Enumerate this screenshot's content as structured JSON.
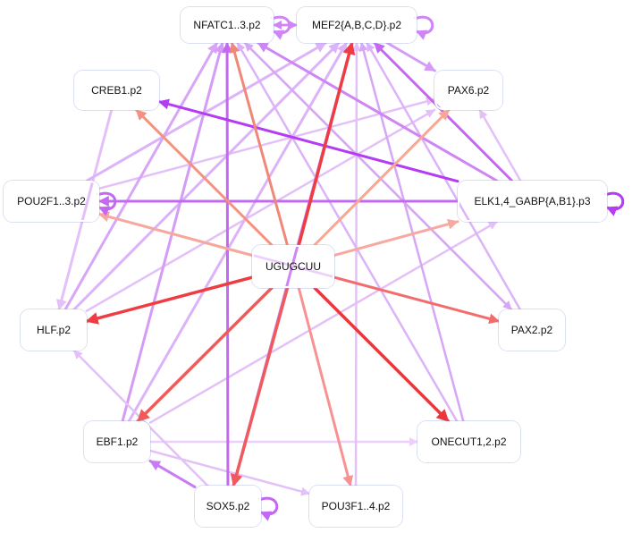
{
  "graph": {
    "nodes": [
      {
        "id": "nfatc",
        "label": "NFATC1..3.p2",
        "style": "mid"
      },
      {
        "id": "mef2",
        "label": "MEF2{A,B,C,D}.p2",
        "style": "mid"
      },
      {
        "id": "creb1",
        "label": "CREB1.p2",
        "style": "mid"
      },
      {
        "id": "pax6",
        "label": "PAX6.p2",
        "style": "light"
      },
      {
        "id": "pou2f1",
        "label": "POU2F1..3.p2",
        "style": "deep"
      },
      {
        "id": "elk1",
        "label": "ELK1,4_GABP{A,B1}.p3",
        "style": "strong"
      },
      {
        "id": "ugugcuu",
        "label": "UGUGCUU",
        "style": "center"
      },
      {
        "id": "hlf",
        "label": "HLF.p2",
        "style": "mid"
      },
      {
        "id": "pax2",
        "label": "PAX2.p2",
        "style": "mid"
      },
      {
        "id": "ebf1",
        "label": "EBF1.p2",
        "style": "mid"
      },
      {
        "id": "onecut",
        "label": "ONECUT1,2.p2",
        "style": "mid"
      },
      {
        "id": "sox5",
        "label": "SOX5.p2",
        "style": "mid"
      },
      {
        "id": "pou3f1",
        "label": "POU3F1..4.p2",
        "style": "light"
      }
    ],
    "edges": [
      {
        "from": "ugugcuu",
        "to": "nfatc",
        "color": "#f08878",
        "width": 3
      },
      {
        "from": "ugugcuu",
        "to": "mef2",
        "color": "#ee3c42",
        "width": 3.5
      },
      {
        "from": "ugugcuu",
        "to": "creb1",
        "color": "#f5927f",
        "width": 3
      },
      {
        "from": "ugugcuu",
        "to": "pax6",
        "color": "#f8a793",
        "width": 3
      },
      {
        "from": "ugugcuu",
        "to": "pou2f1",
        "color": "#f8a79c",
        "width": 3
      },
      {
        "from": "ugugcuu",
        "to": "elk1",
        "color": "#f7a9a1",
        "width": 3
      },
      {
        "from": "ugugcuu",
        "to": "hlf",
        "color": "#ee3c42",
        "width": 3.5
      },
      {
        "from": "ugugcuu",
        "to": "pax2",
        "color": "#f26c6c",
        "width": 3
      },
      {
        "from": "ugugcuu",
        "to": "ebf1",
        "color": "#f05a5a",
        "width": 3.5
      },
      {
        "from": "ugugcuu",
        "to": "onecut",
        "color": "#e8383e",
        "width": 3.5
      },
      {
        "from": "ugugcuu",
        "to": "sox5",
        "color": "#f05a5e",
        "width": 3.5
      },
      {
        "from": "ugugcuu",
        "to": "pou3f1",
        "color": "#f89292",
        "width": 3
      },
      {
        "from": "elk1",
        "to": "creb1",
        "color": "#b43cf2",
        "width": 3
      },
      {
        "from": "elk1",
        "to": "mef2",
        "color": "#c468f2",
        "width": 3
      },
      {
        "from": "elk1",
        "to": "nfatc",
        "color": "#cf85f4",
        "width": 3
      },
      {
        "from": "elk1",
        "to": "pax6",
        "color": "#e4c0f8",
        "width": 2.5
      },
      {
        "from": "elk1",
        "to": "pou2f1",
        "color": "#c468f2",
        "width": 3
      },
      {
        "from": "mef2",
        "to": "pax6",
        "color": "#d49cf6",
        "width": 3
      },
      {
        "from": "pax2",
        "to": "mef2",
        "color": "#dcb3f8",
        "width": 2.5
      },
      {
        "from": "pax2",
        "to": "nfatc",
        "color": "#d7a6f6",
        "width": 2.5
      },
      {
        "from": "pax2",
        "to": "pou2f1",
        "color": "#ead0fa",
        "width": 2.5
      },
      {
        "from": "onecut",
        "to": "mef2",
        "color": "#d7a6f6",
        "width": 2.5
      },
      {
        "from": "onecut",
        "to": "nfatc",
        "color": "#dcb3f8",
        "width": 2.5
      },
      {
        "from": "pou3f1",
        "to": "mef2",
        "color": "#e4c0f8",
        "width": 2.5
      },
      {
        "from": "sox5",
        "to": "nfatc",
        "color": "#c468f2",
        "width": 3
      },
      {
        "from": "sox5",
        "to": "mef2",
        "color": "#cf85f4",
        "width": 3
      },
      {
        "from": "sox5",
        "to": "ebf1",
        "color": "#c87cf4",
        "width": 3
      },
      {
        "from": "sox5",
        "to": "hlf",
        "color": "#e4c0f8",
        "width": 2.5
      },
      {
        "from": "ebf1",
        "to": "nfatc",
        "color": "#d49cf6",
        "width": 3
      },
      {
        "from": "ebf1",
        "to": "mef2",
        "color": "#dcb3f8",
        "width": 3
      },
      {
        "from": "ebf1",
        "to": "elk1",
        "color": "#e4c0f8",
        "width": 2.5
      },
      {
        "from": "ebf1",
        "to": "onecut",
        "color": "#ead0fa",
        "width": 2.5
      },
      {
        "from": "ebf1",
        "to": "pou3f1",
        "color": "#e4c0f8",
        "width": 2.5
      },
      {
        "from": "hlf",
        "to": "nfatc",
        "color": "#d7a6f6",
        "width": 3
      },
      {
        "from": "hlf",
        "to": "mef2",
        "color": "#dcb3f8",
        "width": 3
      },
      {
        "from": "hlf",
        "to": "pax6",
        "color": "#e4c0f8",
        "width": 2.5
      },
      {
        "from": "pou2f1",
        "to": "mef2",
        "color": "#dcb3f8",
        "width": 3
      },
      {
        "from": "pou2f1",
        "to": "pax6",
        "color": "#e4c0f8",
        "width": 2.5
      },
      {
        "from": "pou2f1",
        "to": "pax2",
        "color": "#ead0fa",
        "width": 2.5
      },
      {
        "from": "creb1",
        "to": "hlf",
        "color": "#e4c0f8",
        "width": 3
      },
      {
        "from": "nfatc",
        "to": "pax2",
        "color": "#d7a6f6",
        "width": 2.5
      },
      {
        "from": "nfatc",
        "to": "mef2",
        "color": "#cf85f4",
        "width": 2.5
      },
      {
        "from": "mef2",
        "to": "nfatc",
        "color": "#cf85f4",
        "width": 2.5
      }
    ],
    "self_loops": [
      {
        "node": "nfatc",
        "color": "#cf85f4"
      },
      {
        "node": "mef2",
        "color": "#cf85f4"
      },
      {
        "node": "pou2f1",
        "color": "#c468f2"
      },
      {
        "node": "elk1",
        "color": "#b43cf2"
      },
      {
        "node": "sox5",
        "color": "#c468f2"
      }
    ]
  }
}
